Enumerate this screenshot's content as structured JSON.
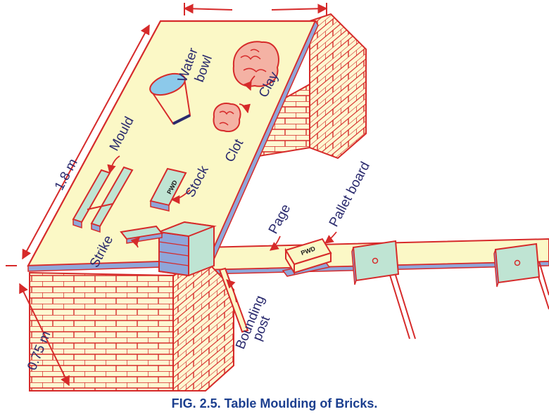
{
  "labels": {
    "dimension_length": "1.8 m",
    "dimension_height": "0.75 m",
    "mould": "Mould",
    "water_bowl_line1": "Water",
    "water_bowl_line2": "bowl",
    "clay": "Clay",
    "clot": "Clot",
    "stock": "Stock",
    "strike": "Strike",
    "page": "Page",
    "pallet_board": "Pallet board",
    "bounding_line1": "Bounding",
    "bounding_line2": "post",
    "pwd": "PWD"
  },
  "caption": "FIG. 2.5. Table Moulding of Bricks.",
  "colors": {
    "outline": "#d62a2a",
    "table_top": "#fbf8c6",
    "brick_face": "#fdf8d2",
    "blue_edge": "#8fa6d9",
    "mint": "#bfe4d3",
    "water": "#8cc9ea",
    "text": "#2a2a6e",
    "caption": "#1c3f8f"
  }
}
